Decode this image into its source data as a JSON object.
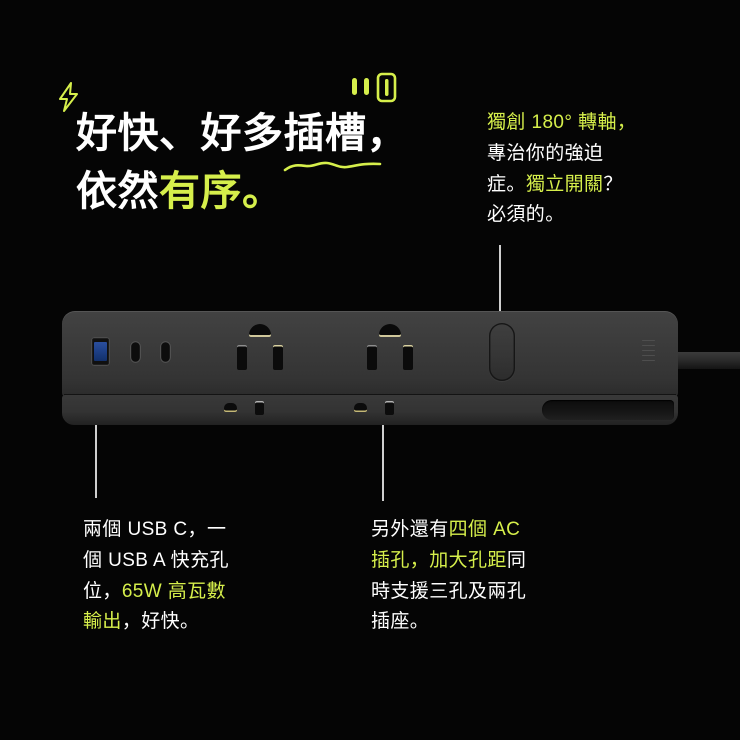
{
  "page": {
    "background_color": "#050505",
    "accent_color": "#d6ef4b",
    "text_color": "#ffffff"
  },
  "headline": {
    "line1_white": "好快、好多插槽，",
    "line2_white": "依然",
    "line2_accent": "有序。",
    "bolt_icon": "lightning-bolt-icon",
    "deco_icon": "battery-bars-icon",
    "underline_icon": "squiggle-underline"
  },
  "callouts": {
    "hinge": {
      "seg1_accent": "獨創 180° 轉軸，",
      "seg2_white": "專治你的強迫",
      "seg3_white": "症。",
      "seg4_accent": "獨立開關",
      "seg5_white": "？",
      "seg6_white": "必須的。"
    },
    "usb": {
      "seg1_white": "兩個 USB C，一",
      "seg2_white": "個 USB A 快充孔",
      "seg3_white": "位，",
      "seg4_accent": "65W 高瓦數",
      "seg5_accent": "輸出",
      "seg6_white": "，好快。"
    },
    "ac": {
      "seg1_white": "另外還有",
      "seg2_accent": "四個 AC",
      "seg3_accent": "插孔，加大孔距",
      "seg4_white": "同",
      "seg5_white": "時支援三孔及兩孔",
      "seg6_white": "插座。"
    }
  },
  "product": {
    "name": "power-strip",
    "body_color": "#3b3b3b",
    "ports": {
      "usb_a_label": "usb-a-port",
      "usb_c_1_label": "usb-c-port-1",
      "usb_c_2_label": "usb-c-port-2",
      "ac_top_1_label": "ac-outlet-top-1",
      "ac_top_2_label": "ac-outlet-top-2",
      "ac_front_1_label": "ac-outlet-front-1",
      "ac_front_2_label": "ac-outlet-front-2",
      "switch_label": "power-switch"
    },
    "cable_label": "power-cable"
  }
}
